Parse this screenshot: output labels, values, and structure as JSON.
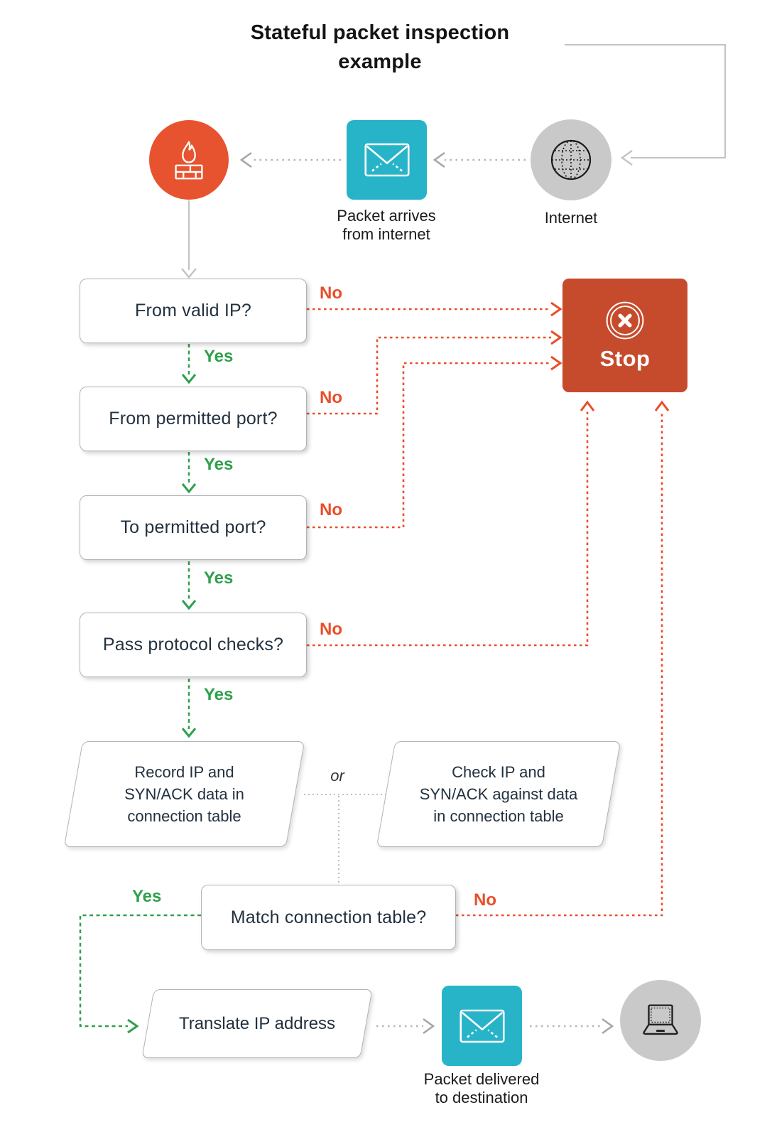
{
  "title": {
    "lines": [
      "Stateful packet inspection",
      "example"
    ]
  },
  "edge_labels": {
    "yes": "Yes",
    "no": "No",
    "or": "or"
  },
  "nodes": {
    "internet_label": "Internet",
    "packet_in_lines": [
      "Packet arrives",
      "from internet"
    ],
    "stop_label": "Stop",
    "decisions": [
      "From valid IP?",
      "From permitted port?",
      "To permitted port?",
      "Pass protocol checks?",
      "Match connection table?"
    ],
    "record_lines": [
      "Record IP and",
      "SYN/ACK data in",
      "connection table"
    ],
    "check_lines": [
      "Check IP and",
      "SYN/ACK against data",
      "in connection table"
    ],
    "translate_label": "Translate IP address",
    "packet_out_lines": [
      "Packet delivered",
      "to destination"
    ],
    "icons": {
      "firewall": "firewall-icon",
      "packet": "envelope-icon",
      "internet": "globe-icon",
      "stop": "circled-x-icon",
      "destination": "laptop-icon"
    }
  },
  "colors": {
    "red": "#e84e28",
    "stop-fill": "#c64b2c",
    "firewall-fill": "#e8532f",
    "teal": "#28b4c8",
    "node-gray": "#c9c9c9",
    "green": "#2fa04d",
    "line-gray": "#c3c3c3",
    "dot-gray": "#b5b5b5",
    "text-dark": "#22313f",
    "border-gray": "#b0b4b7"
  }
}
